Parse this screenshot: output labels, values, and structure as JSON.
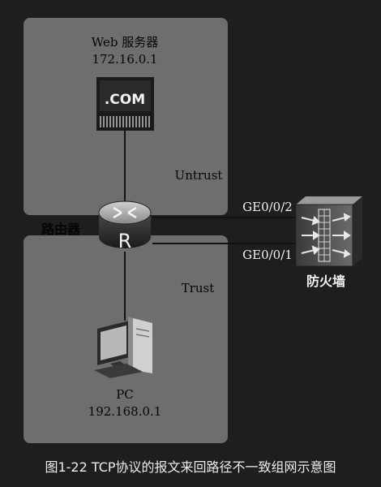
{
  "zones": {
    "untrust": "Untrust",
    "trust": "Trust"
  },
  "web_server": {
    "name": "Web 服务器",
    "ip": "172.16.0.1",
    "screen_text": ".COM"
  },
  "router": {
    "name": "路由器",
    "symbol": "R"
  },
  "pc": {
    "name": "PC",
    "ip": "192.168.0.1"
  },
  "firewall": {
    "name": "防火墙"
  },
  "links": {
    "upper": "GE0/0/2",
    "lower": "GE0/0/1"
  },
  "caption": "图1-22 TCP协议的报文来回路径不一致组网示意图",
  "colors": {
    "background": "#1e1e1e",
    "zone_fill": "#6e6e6e",
    "caption_text": "#ececec"
  }
}
